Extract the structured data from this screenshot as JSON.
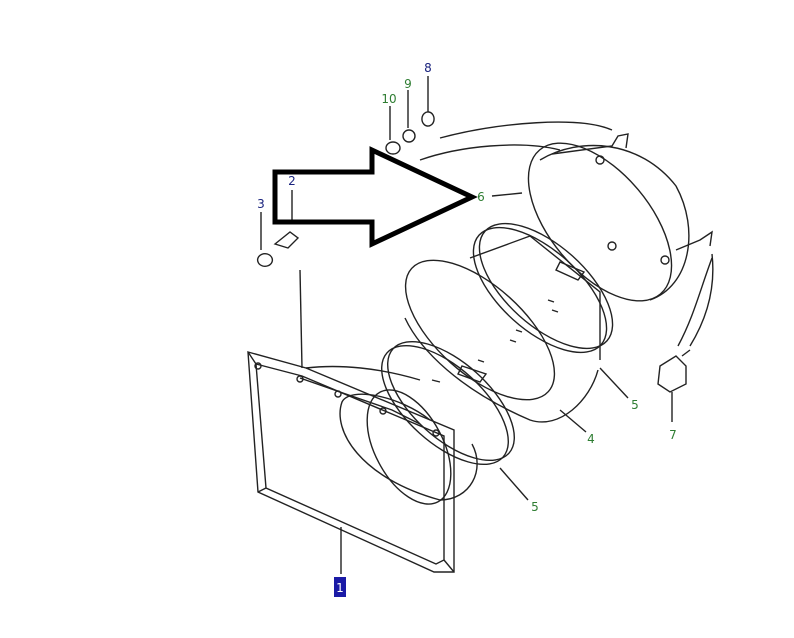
{
  "diagram": {
    "callouts": [
      {
        "id": "c1",
        "label": "1",
        "color": "#ffffff",
        "highlight": "#1a1aa6"
      },
      {
        "id": "c2",
        "label": "2",
        "color": "#1a237e"
      },
      {
        "id": "c3",
        "label": "3",
        "color": "#1a237e"
      },
      {
        "id": "c4",
        "label": "4",
        "color": "#2e7d32"
      },
      {
        "id": "c5a",
        "label": "5",
        "color": "#2e7d32"
      },
      {
        "id": "c5b",
        "label": "5",
        "color": "#2e7d32"
      },
      {
        "id": "c6",
        "label": "6",
        "color": "#2e7d32"
      },
      {
        "id": "c7",
        "label": "7",
        "color": "#2e7d32"
      },
      {
        "id": "c8",
        "label": "8",
        "color": "#1a237e"
      },
      {
        "id": "c9",
        "label": "9",
        "color": "#2e7d32"
      },
      {
        "id": "c10",
        "label": "10",
        "color": "#2e7d32"
      }
    ],
    "arrow_color": "#000000"
  }
}
